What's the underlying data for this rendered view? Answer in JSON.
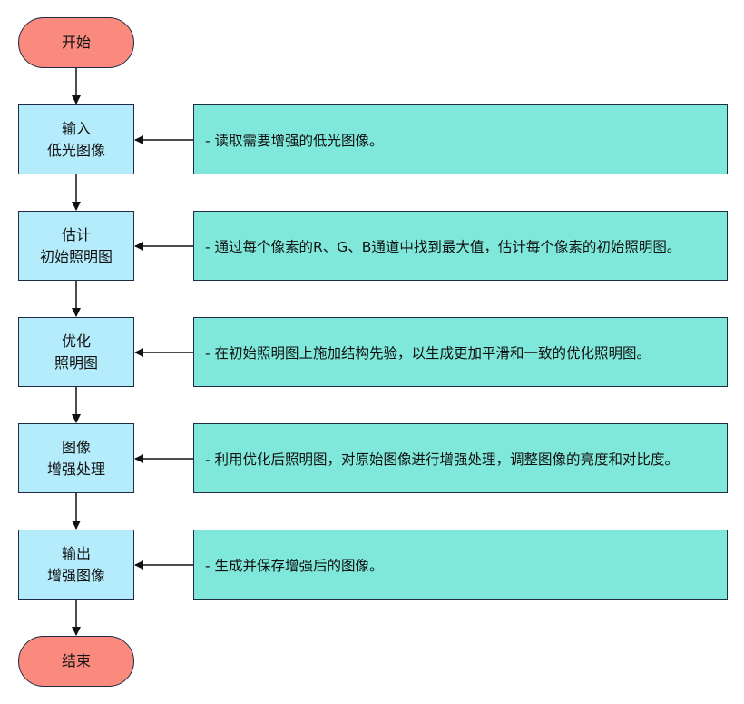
{
  "colors": {
    "terminal_fill": "#fa8a7e",
    "step_fill": "#b5ecfb",
    "note_fill": "#7fe8da",
    "stroke": "#1f2a44"
  },
  "start": "开始",
  "end": "结束",
  "steps": [
    {
      "line1": "输入",
      "line2": "低光图像",
      "note": "- 读取需要增强的低光图像。"
    },
    {
      "line1": "估计",
      "line2": "初始照明图",
      "note": "- 通过每个像素的R、G、B通道中找到最大值，估计每个像素的初始照明图。"
    },
    {
      "line1": "优化",
      "line2": "照明图",
      "note": "- 在初始照明图上施加结构先验，以生成更加平滑和一致的优化照明图。"
    },
    {
      "line1": "图像",
      "line2": "增强处理",
      "note": "- 利用优化后照明图，对原始图像进行增强处理，调整图像的亮度和对比度。"
    },
    {
      "line1": "输出",
      "line2": "增强图像",
      "note": "- 生成并保存增强后的图像。"
    }
  ]
}
